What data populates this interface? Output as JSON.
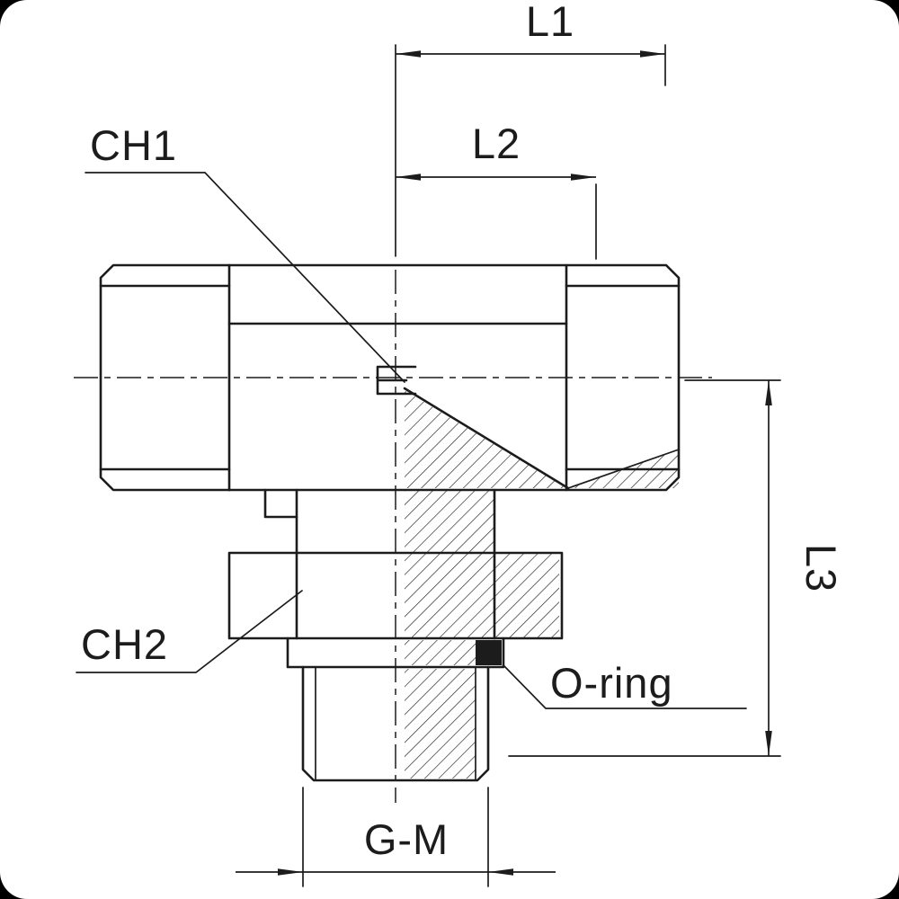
{
  "labels": {
    "l1": "L1",
    "l2": "L2",
    "l3": "L3",
    "ch1": "CH1",
    "ch2": "CH2",
    "o_ring": "O-ring",
    "g_m": "G-M"
  },
  "colors": {
    "line": "#1c1c1c",
    "background": "#ffffff",
    "frame": "#000000"
  }
}
